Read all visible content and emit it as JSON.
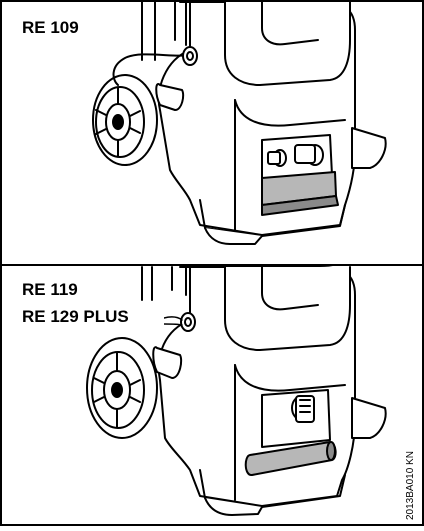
{
  "panels": [
    {
      "labels": [
        "RE 109"
      ]
    },
    {
      "labels": [
        "RE 119",
        "RE 129 PLUS"
      ]
    }
  ],
  "figure_code": "2013BA010 KN",
  "colors": {
    "line": "#000000",
    "body_grey": "#b7b7b7",
    "dark_grey": "#8a8a8a",
    "fill_white": "#ffffff"
  }
}
